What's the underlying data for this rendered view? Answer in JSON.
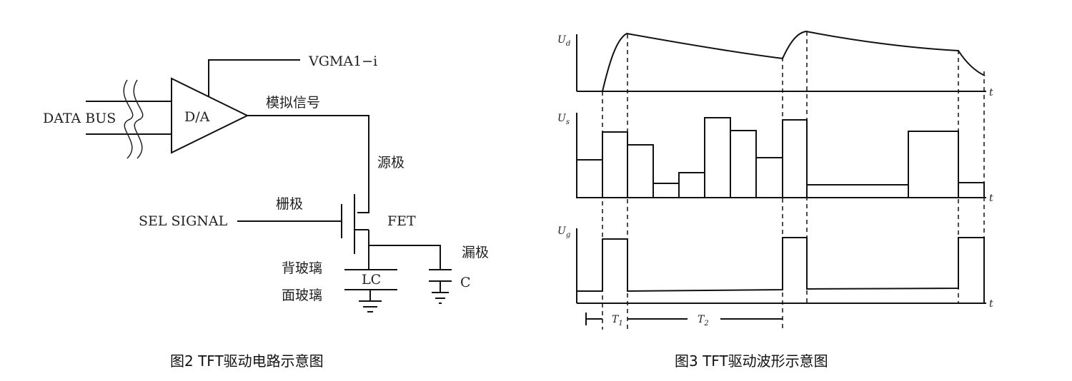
{
  "fig2": {
    "caption": "图2  TFT驱动电路示意图",
    "labels": {
      "data_bus": "DATA BUS",
      "da": "D/A",
      "vgma": "VGMA1−i",
      "analog_signal": "模拟信号",
      "source": "源极",
      "gate": "栅极",
      "sel_signal": "SEL SIGNAL",
      "fet": "FET",
      "drain": "漏极",
      "back_glass": "背玻璃",
      "lc": "LC",
      "front_glass": "面玻璃",
      "c": "C"
    }
  },
  "fig3": {
    "caption": "图3   TFT驱动波形示意图",
    "labels": {
      "ud": "U",
      "ud_sub": "d",
      "us": "U",
      "us_sub": "s",
      "ug": "U",
      "ug_sub": "g",
      "t": "t",
      "t1": "T",
      "t1_sub": "1",
      "t2": "T",
      "t2_sub": "2"
    }
  }
}
